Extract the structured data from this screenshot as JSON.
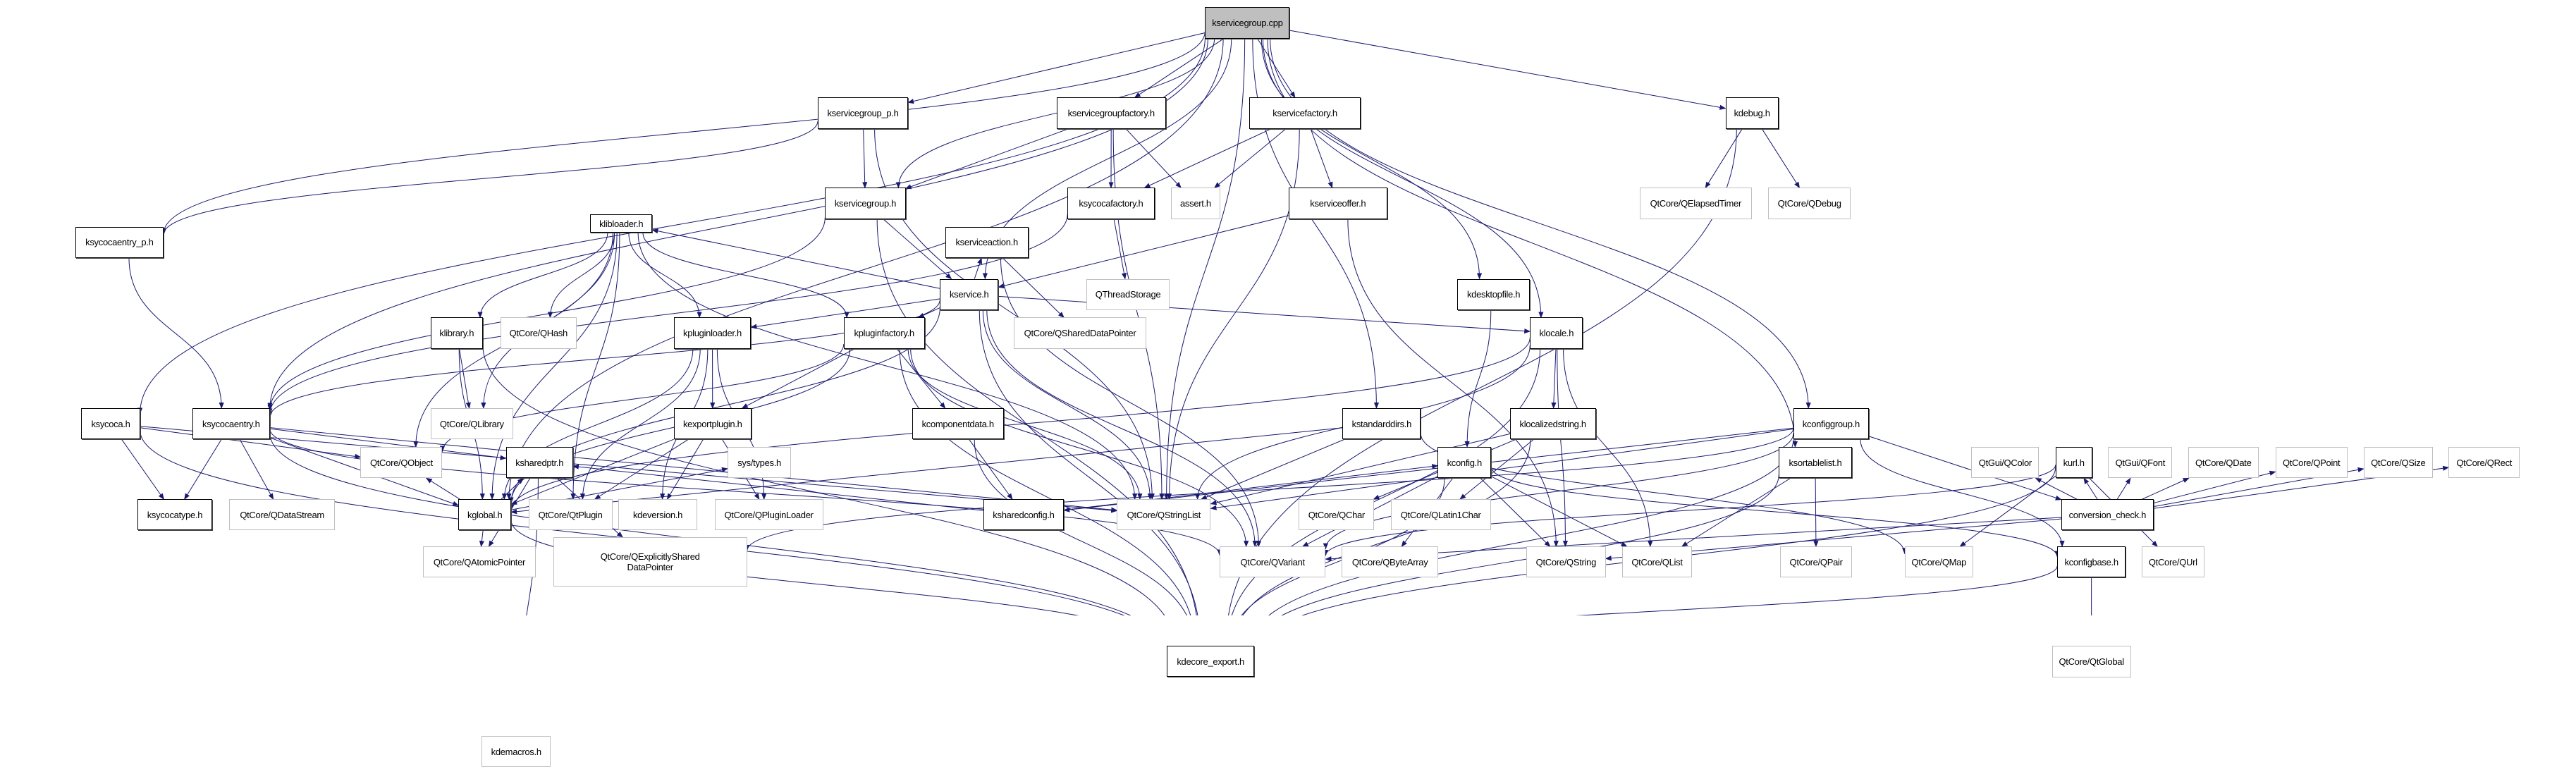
{
  "title": "kservicegroup.cpp include dependency graph",
  "colors": {
    "edge": "#191970",
    "root_fill": "#bfbfbf",
    "doc_border": "#000000",
    "ext_border": "#bfbfbf"
  },
  "nodes": {
    "root": {
      "label": "kservicegroup.cpp",
      "kind": "root"
    },
    "kservicegroup_p": {
      "label": "kservicegroup_p.h",
      "kind": "doc"
    },
    "kservicegroupfactory": {
      "label": "kservicegroupfactory.h",
      "kind": "doc"
    },
    "kservicefactory": {
      "label": "kservicefactory.h",
      "kind": "doc"
    },
    "kdebug": {
      "label": "kdebug.h",
      "kind": "doc"
    },
    "kservicegroup": {
      "label": "kservicegroup.h",
      "kind": "doc"
    },
    "ksycocafactory": {
      "label": "ksycocafactory.h",
      "kind": "doc"
    },
    "assert": {
      "label": "assert.h",
      "kind": "ext"
    },
    "kserviceoffer": {
      "label": "kserviceoffer.h",
      "kind": "doc"
    },
    "qelapsedtimer": {
      "label": "QtCore/QElapsedTimer",
      "kind": "ext"
    },
    "qdebug": {
      "label": "QtCore/QDebug",
      "kind": "ext"
    },
    "kservice": {
      "label": "kservice.h",
      "kind": "doc"
    },
    "qthreadstorage": {
      "label": "QThreadStorage",
      "kind": "ext"
    },
    "kdesktopfile": {
      "label": "kdesktopfile.h",
      "kind": "doc"
    },
    "ksycocaentry_p": {
      "label": "ksycocaentry_p.h",
      "kind": "doc"
    },
    "klibloader": {
      "label": "klibloader.h",
      "kind": "doc"
    },
    "kserviceaction": {
      "label": "kserviceaction.h",
      "kind": "doc"
    },
    "klibrary": {
      "label": "klibrary.h",
      "kind": "doc"
    },
    "qhash": {
      "label": "QtCore/QHash",
      "kind": "ext"
    },
    "kpluginloader": {
      "label": "kpluginloader.h",
      "kind": "doc"
    },
    "kpluginfactory": {
      "label": "kpluginfactory.h",
      "kind": "doc"
    },
    "qshareddatapointer": {
      "label": "QtCore/QSharedDataPointer",
      "kind": "ext"
    },
    "klocale": {
      "label": "klocale.h",
      "kind": "doc"
    },
    "ksycoca": {
      "label": "ksycoca.h",
      "kind": "doc"
    },
    "ksycocaentry": {
      "label": "ksycocaentry.h",
      "kind": "doc"
    },
    "qlibrary": {
      "label": "QtCore/QLibrary",
      "kind": "ext"
    },
    "kexportplugin": {
      "label": "kexportplugin.h",
      "kind": "doc"
    },
    "kcomponentdata": {
      "label": "kcomponentdata.h",
      "kind": "doc"
    },
    "kstandarddirs": {
      "label": "kstandarddirs.h",
      "kind": "doc"
    },
    "klocalizedstring": {
      "label": "klocalizedstring.h",
      "kind": "doc"
    },
    "kconfiggroup": {
      "label": "kconfiggroup.h",
      "kind": "doc"
    },
    "ksycocatype": {
      "label": "ksycocatype.h",
      "kind": "doc"
    },
    "qdatastream": {
      "label": "QtCore/QDataStream",
      "kind": "ext"
    },
    "kglobal": {
      "label": "kglobal.h",
      "kind": "doc"
    },
    "qtplugin": {
      "label": "QtCore/QtPlugin",
      "kind": "ext"
    },
    "kdeversion": {
      "label": "kdeversion.h",
      "kind": "ext"
    },
    "qpluginloader": {
      "label": "QtCore/QPluginLoader",
      "kind": "ext"
    },
    "ksharedconfig": {
      "label": "ksharedconfig.h",
      "kind": "doc"
    },
    "qstringlist": {
      "label": "QtCore/QStringList",
      "kind": "ext"
    },
    "qchar": {
      "label": "QtCore/QChar",
      "kind": "ext"
    },
    "qlatin1char": {
      "label": "QtCore/QLatin1Char",
      "kind": "ext"
    },
    "conversion_check": {
      "label": "conversion_check.h",
      "kind": "doc"
    },
    "qobject": {
      "label": "QtCore/QObject",
      "kind": "ext"
    },
    "ksharedptr": {
      "label": "ksharedptr.h",
      "kind": "doc"
    },
    "systypes": {
      "label": "sys/types.h",
      "kind": "ext"
    },
    "kconfig": {
      "label": "kconfig.h",
      "kind": "doc"
    },
    "ksortablelist": {
      "label": "ksortablelist.h",
      "kind": "doc"
    },
    "qtgui_qcolor": {
      "label": "QtGui/QColor",
      "kind": "ext"
    },
    "kurl": {
      "label": "kurl.h",
      "kind": "doc"
    },
    "qtgui_qfont": {
      "label": "QtGui/QFont",
      "kind": "ext"
    },
    "qdate": {
      "label": "QtCore/QDate",
      "kind": "ext"
    },
    "qpoint": {
      "label": "QtCore/QPoint",
      "kind": "ext"
    },
    "qsize": {
      "label": "QtCore/QSize",
      "kind": "ext"
    },
    "qrect": {
      "label": "QtCore/QRect",
      "kind": "ext"
    },
    "qatomicpointer": {
      "label": "QtCore/QAtomicPointer",
      "kind": "ext"
    },
    "qexplicitlyshared": {
      "label": "QtCore/QExplicitlyShared\nDataPointer",
      "kind": "ext"
    },
    "qvariant": {
      "label": "QtCore/QVariant",
      "kind": "ext"
    },
    "qbytearray": {
      "label": "QtCore/QByteArray",
      "kind": "ext"
    },
    "qstring": {
      "label": "QtCore/QString",
      "kind": "ext"
    },
    "qlist": {
      "label": "QtCore/QList",
      "kind": "ext"
    },
    "qpair": {
      "label": "QtCore/QPair",
      "kind": "ext"
    },
    "qmap": {
      "label": "QtCore/QMap",
      "kind": "ext"
    },
    "kconfigbase": {
      "label": "kconfigbase.h",
      "kind": "doc"
    },
    "qurl": {
      "label": "QtCore/QUrl",
      "kind": "ext"
    },
    "kdecore_export": {
      "label": "kdecore_export.h",
      "kind": "doc"
    },
    "qtglobal": {
      "label": "QtCore/QtGlobal",
      "kind": "ext"
    },
    "kdemacros": {
      "label": "kdemacros.h",
      "kind": "ext"
    }
  },
  "edges": [
    [
      "root",
      "kservicegroup_p"
    ],
    [
      "root",
      "kservicegroupfactory"
    ],
    [
      "root",
      "kservicefactory"
    ],
    [
      "root",
      "kdebug"
    ],
    [
      "root",
      "kservicegroup"
    ],
    [
      "root",
      "kservice"
    ],
    [
      "root",
      "kdesktopfile"
    ],
    [
      "root",
      "ksycoca"
    ],
    [
      "root",
      "ksycocaentry"
    ],
    [
      "root",
      "kglobal"
    ],
    [
      "root",
      "kstandarddirs"
    ],
    [
      "root",
      "klocale"
    ],
    [
      "root",
      "kconfiggroup"
    ],
    [
      "root",
      "ksortablelist"
    ],
    [
      "root",
      "ksycocaentry_p"
    ],
    [
      "root",
      "qstringlist"
    ],
    [
      "kservicegroup_p",
      "kservicegroup"
    ],
    [
      "kservicegroup_p",
      "qstringlist"
    ],
    [
      "kservicegroup_p",
      "ksycocaentry_p"
    ],
    [
      "kservicegroupfactory",
      "kservicegroup"
    ],
    [
      "kservicegroupfactory",
      "ksycocafactory"
    ],
    [
      "kservicegroupfactory",
      "assert"
    ],
    [
      "kservicegroupfactory",
      "qstringlist"
    ],
    [
      "kservicefactory",
      "ksycocafactory"
    ],
    [
      "kservicefactory",
      "assert"
    ],
    [
      "kservicefactory",
      "kserviceoffer"
    ],
    [
      "kservicefactory",
      "qstringlist"
    ],
    [
      "kdebug",
      "qelapsedtimer"
    ],
    [
      "kdebug",
      "qdebug"
    ],
    [
      "kdebug",
      "kdecore_export"
    ],
    [
      "kservicegroup",
      "kservice"
    ],
    [
      "kservicegroup",
      "ksycocaentry"
    ],
    [
      "kservicegroup",
      "kdecore_export"
    ],
    [
      "ksycocafactory",
      "qthreadstorage"
    ],
    [
      "ksycocafactory",
      "ksycocaentry"
    ],
    [
      "kserviceoffer",
      "kservice"
    ],
    [
      "kserviceoffer",
      "qstring"
    ],
    [
      "kservice",
      "klibloader"
    ],
    [
      "kservice",
      "kserviceaction"
    ],
    [
      "kservice",
      "kpluginloader"
    ],
    [
      "kservice",
      "kpluginfactory"
    ],
    [
      "kservice",
      "klocale"
    ],
    [
      "kservice",
      "ksycocaentry"
    ],
    [
      "kservice",
      "qstringlist"
    ],
    [
      "kservice",
      "qvariant"
    ],
    [
      "kservice",
      "kglobal"
    ],
    [
      "kservice",
      "kdecore_export"
    ],
    [
      "kdesktopfile",
      "kconfig"
    ],
    [
      "ksycocaentry_p",
      "ksycocaentry"
    ],
    [
      "klibloader",
      "klibrary"
    ],
    [
      "klibloader",
      "qhash"
    ],
    [
      "klibloader",
      "qlibrary"
    ],
    [
      "klibloader",
      "kpluginloader"
    ],
    [
      "klibloader",
      "kpluginfactory"
    ],
    [
      "klibloader",
      "kglobal"
    ],
    [
      "klibloader",
      "qtplugin"
    ],
    [
      "klibloader",
      "qstringlist"
    ],
    [
      "klibloader",
      "qobject"
    ],
    [
      "kserviceaction",
      "qshareddatapointer"
    ],
    [
      "kserviceaction",
      "qvariant"
    ],
    [
      "klibrary",
      "qlibrary"
    ],
    [
      "klibrary",
      "kglobal"
    ],
    [
      "klibrary",
      "kdecore_export"
    ],
    [
      "kpluginloader",
      "kexportplugin"
    ],
    [
      "kpluginloader",
      "kglobal"
    ],
    [
      "kpluginloader",
      "qtplugin"
    ],
    [
      "kpluginloader",
      "kdeversion"
    ],
    [
      "kpluginloader",
      "qpluginloader"
    ],
    [
      "kpluginfactory",
      "kexportplugin"
    ],
    [
      "kpluginfactory",
      "kcomponentdata"
    ],
    [
      "kpluginfactory",
      "qstringlist"
    ],
    [
      "kpluginfactory",
      "qvariant"
    ],
    [
      "kpluginfactory",
      "kglobal"
    ],
    [
      "kpluginfactory",
      "qobject"
    ],
    [
      "kpluginfactory",
      "kdecore_export"
    ],
    [
      "klocale",
      "klocalizedstring"
    ],
    [
      "klocale",
      "qstring"
    ],
    [
      "klocale",
      "qstringlist"
    ],
    [
      "klocale",
      "qlist"
    ],
    [
      "klocale",
      "kdecore_export"
    ],
    [
      "klocale",
      "kglobal"
    ],
    [
      "ksycoca",
      "ksycocatype"
    ],
    [
      "ksycoca",
      "qstringlist"
    ],
    [
      "ksycoca",
      "qobject"
    ],
    [
      "ksycoca",
      "kdecore_export"
    ],
    [
      "ksycocaentry",
      "ksycocatype"
    ],
    [
      "ksycocaentry",
      "qdatastream"
    ],
    [
      "ksycocaentry",
      "kglobal"
    ],
    [
      "ksycocaentry",
      "ksharedptr"
    ],
    [
      "ksycocaentry",
      "qstringlist"
    ],
    [
      "ksycocaentry",
      "qvariant"
    ],
    [
      "ksycocaentry",
      "kdecore_export"
    ],
    [
      "kexportplugin",
      "kglobal"
    ],
    [
      "kexportplugin",
      "qtplugin"
    ],
    [
      "kexportplugin",
      "kdeversion"
    ],
    [
      "kexportplugin",
      "qpluginloader"
    ],
    [
      "kcomponentdata",
      "ksharedconfig"
    ],
    [
      "kcomponentdata",
      "kdecore_export"
    ],
    [
      "kstandarddirs",
      "qstringlist"
    ],
    [
      "kstandarddirs",
      "kglobal"
    ],
    [
      "kstandarddirs",
      "qmap"
    ],
    [
      "klocalizedstring",
      "qchar"
    ],
    [
      "klocalizedstring",
      "qlatin1char"
    ],
    [
      "klocalizedstring",
      "qstringlist"
    ],
    [
      "klocalizedstring",
      "kdecore_export"
    ],
    [
      "kconfiggroup",
      "conversion_check"
    ],
    [
      "kconfiggroup",
      "ksharedconfig"
    ],
    [
      "kconfiggroup",
      "qvariant"
    ],
    [
      "kconfiggroup",
      "qstringlist"
    ],
    [
      "kconfiggroup",
      "qexplicitlyshared"
    ],
    [
      "kconfiggroup",
      "kconfigbase"
    ],
    [
      "kconfiggroup",
      "kdecore_export"
    ],
    [
      "kglobal",
      "ksharedptr"
    ],
    [
      "kglobal",
      "qatomicpointer"
    ],
    [
      "kglobal",
      "qobject"
    ],
    [
      "kglobal",
      "systypes"
    ],
    [
      "kglobal",
      "kdecore_export"
    ],
    [
      "ksharedconfig",
      "kconfig"
    ],
    [
      "ksharedconfig",
      "ksharedptr"
    ],
    [
      "conversion_check",
      "qtgui_qcolor"
    ],
    [
      "conversion_check",
      "kurl"
    ],
    [
      "conversion_check",
      "qtgui_qfont"
    ],
    [
      "conversion_check",
      "qdate"
    ],
    [
      "conversion_check",
      "qpoint"
    ],
    [
      "conversion_check",
      "qsize"
    ],
    [
      "conversion_check",
      "qrect"
    ],
    [
      "conversion_check",
      "qvariant"
    ],
    [
      "conversion_check",
      "qstring"
    ],
    [
      "ksharedptr",
      "qatomicpointer"
    ],
    [
      "ksharedptr",
      "qexplicitlyshared"
    ],
    [
      "ksharedptr",
      "kdemacros"
    ],
    [
      "kconfig",
      "qvariant"
    ],
    [
      "kconfig",
      "qbytearray"
    ],
    [
      "kconfig",
      "qstring"
    ],
    [
      "kconfig",
      "qlist"
    ],
    [
      "kconfig",
      "kconfigbase"
    ],
    [
      "kconfig",
      "kdecore_export"
    ],
    [
      "ksortablelist",
      "qlist"
    ],
    [
      "ksortablelist",
      "qpair"
    ],
    [
      "ksortablelist",
      "kdecore_export"
    ],
    [
      "kurl",
      "qmap"
    ],
    [
      "kurl",
      "qurl"
    ],
    [
      "kurl",
      "qvariant"
    ],
    [
      "kurl",
      "kdecore_export"
    ],
    [
      "kconfigbase",
      "qtglobal"
    ],
    [
      "kconfigbase",
      "kdecore_export"
    ],
    [
      "kdecore_export",
      "kdemacros"
    ]
  ]
}
